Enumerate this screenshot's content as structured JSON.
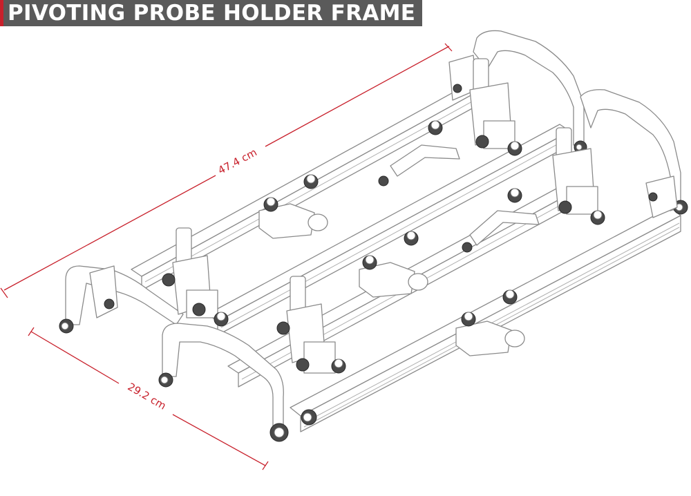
{
  "title": "PIVOTING PROBE HOLDER FRAME",
  "colors": {
    "accent": "#c8202b",
    "title_bg": "#5a5a5a",
    "line_art": "#8a8a8a"
  },
  "dimensions": {
    "length": "47.4 cm",
    "width": "29.2 cm"
  }
}
